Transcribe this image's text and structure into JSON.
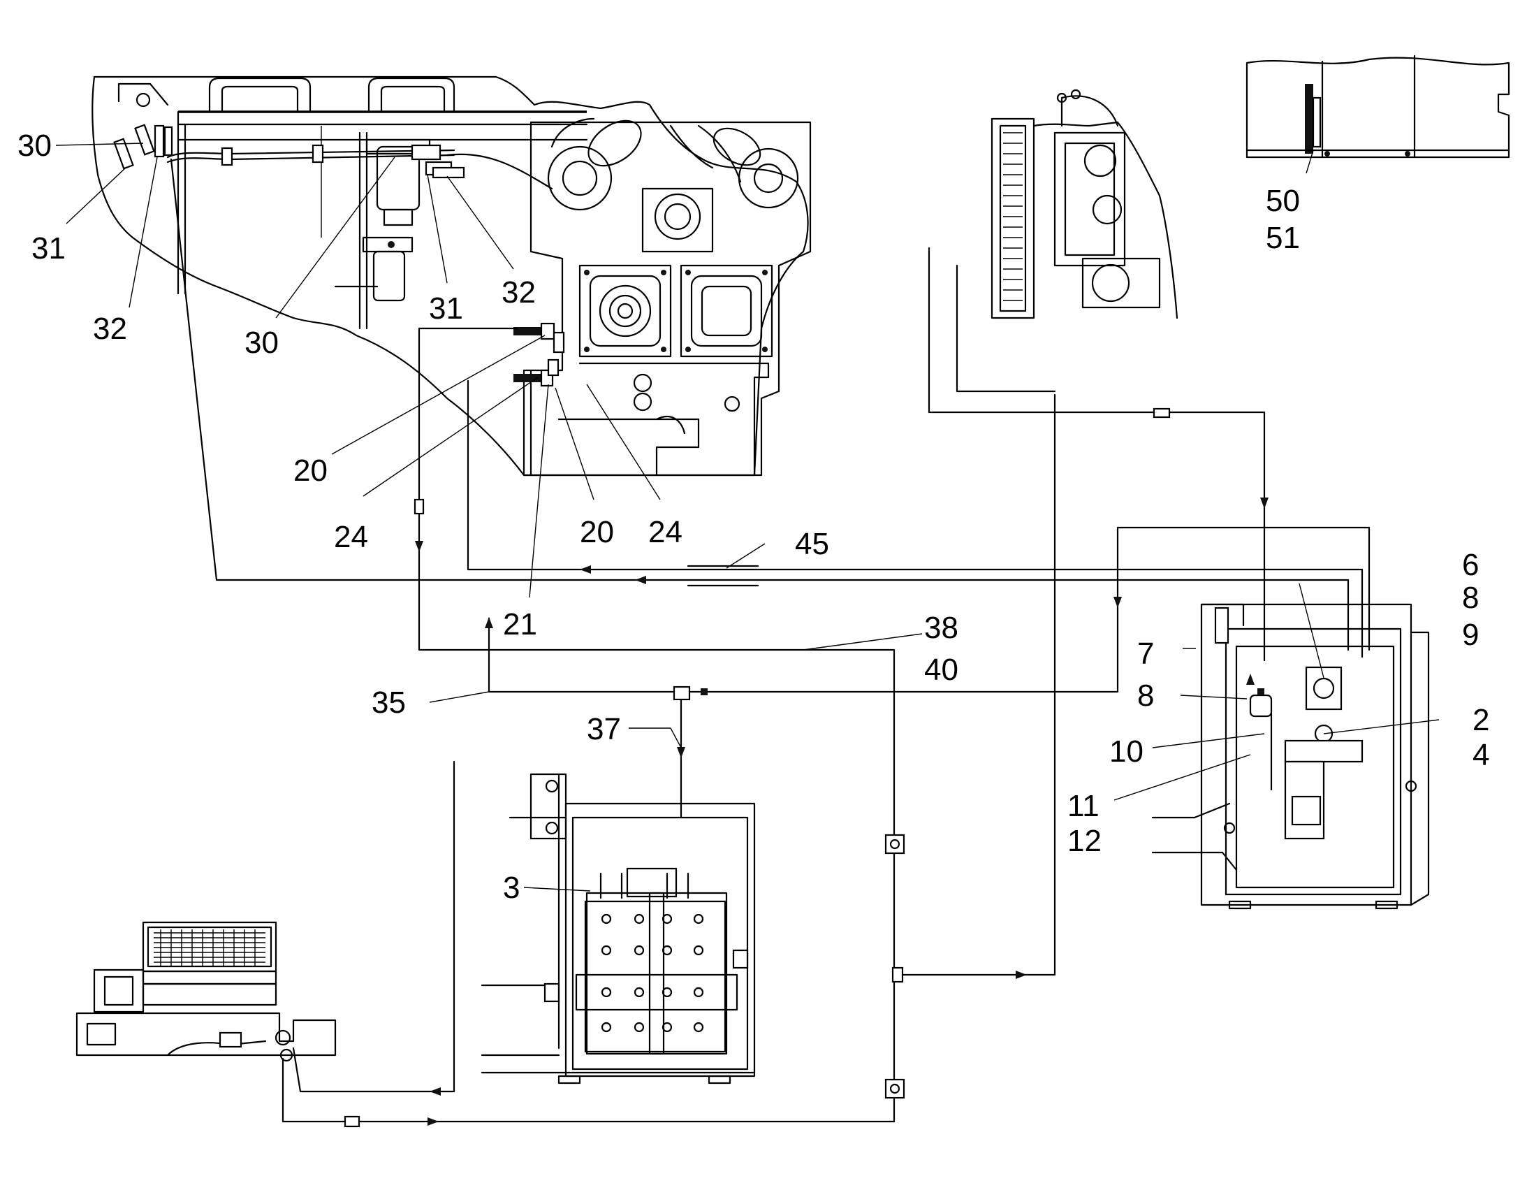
{
  "callouts": {
    "c30a": "30",
    "c31a": "31",
    "c32a": "32",
    "c30b": "30",
    "c31b": "31",
    "c32b": "32",
    "c20a": "20",
    "c24a": "24",
    "c20b": "20",
    "c24b": "24",
    "c21": "21",
    "c45": "45",
    "c35": "35",
    "c38": "38",
    "c40": "40",
    "c37": "37",
    "c3": "3",
    "c50": "50",
    "c51": "51",
    "c6": "6",
    "c8a": "8",
    "c9": "9",
    "c7": "7",
    "c8b": "8",
    "c2": "2",
    "c4": "4",
    "c10": "10",
    "c11": "11",
    "c12": "12"
  }
}
